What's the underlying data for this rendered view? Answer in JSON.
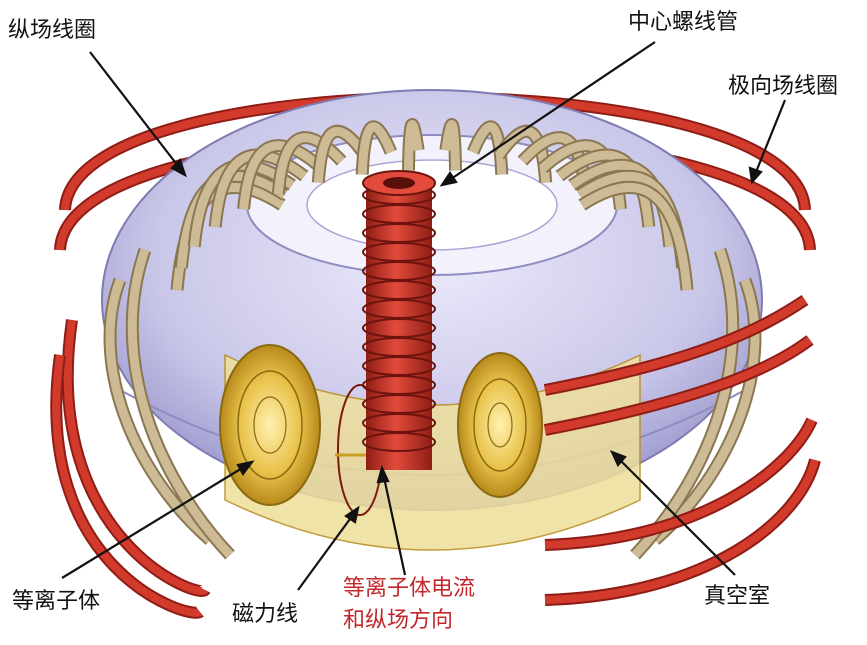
{
  "labels": {
    "tf_coil": "纵场线圈",
    "central_solenoid": "中心螺线管",
    "pf_coil": "极向场线圈",
    "plasma": "等离子体",
    "field_line": "磁力线",
    "plasma_current_line1": "等离子体电流",
    "plasma_current_line2": "和纵场方向",
    "vacuum_vessel": "真空室"
  },
  "colors": {
    "pf_coil": "#d23a2c",
    "pf_coil_dark": "#8e1d15",
    "tf_coil": "#cdbb96",
    "tf_coil_dark": "#8a7752",
    "vessel": "#c9c7e8",
    "vessel_dark": "#8f8cbf",
    "plasma": "#e8c24a",
    "solenoid": "#c9322a",
    "label_red": "#c0282b"
  }
}
